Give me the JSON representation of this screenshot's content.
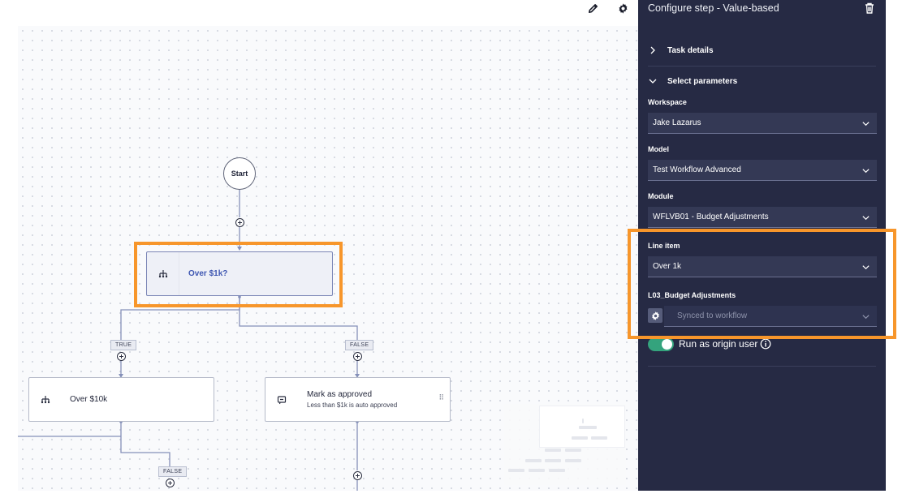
{
  "toolbar": {
    "edit_icon": "pencil-icon",
    "settings_icon": "gear-icon"
  },
  "flow": {
    "start_label": "Start",
    "nodes": {
      "over_1k": {
        "title": "Over $1k?",
        "icon": "decision-icon"
      },
      "over_10k": {
        "title": "Over $10k",
        "icon": "decision-icon"
      },
      "mark_approved": {
        "title": "Mark as approved",
        "subtitle": "Less than $1k is auto approved",
        "icon": "message-icon"
      }
    },
    "branch_labels": {
      "true_left": "TRUE",
      "false_right": "FALSE",
      "false_bottom": "FALSE"
    }
  },
  "panel": {
    "title": "Configure step - Value-based",
    "sections": {
      "task_details": "Task details",
      "select_parameters": "Select parameters"
    },
    "fields": {
      "workspace": {
        "label": "Workspace",
        "value": "Jake Lazarus"
      },
      "model": {
        "label": "Model",
        "value": "Test Workflow Advanced"
      },
      "module": {
        "label": "Module",
        "value": "WFLVB01 - Budget Adjustments"
      },
      "line_item": {
        "label": "Line item",
        "value": "Over 1k"
      },
      "budget": {
        "label": "L03_Budget Adjustments",
        "value": "Synced to workflow"
      }
    },
    "run_as_origin": {
      "label": "Run as origin user",
      "enabled": true
    }
  },
  "colors": {
    "panel_bg": "#262a44",
    "highlight": "#f7962b",
    "toggle_on": "#34a37d",
    "selected_text": "#3f57b2"
  }
}
